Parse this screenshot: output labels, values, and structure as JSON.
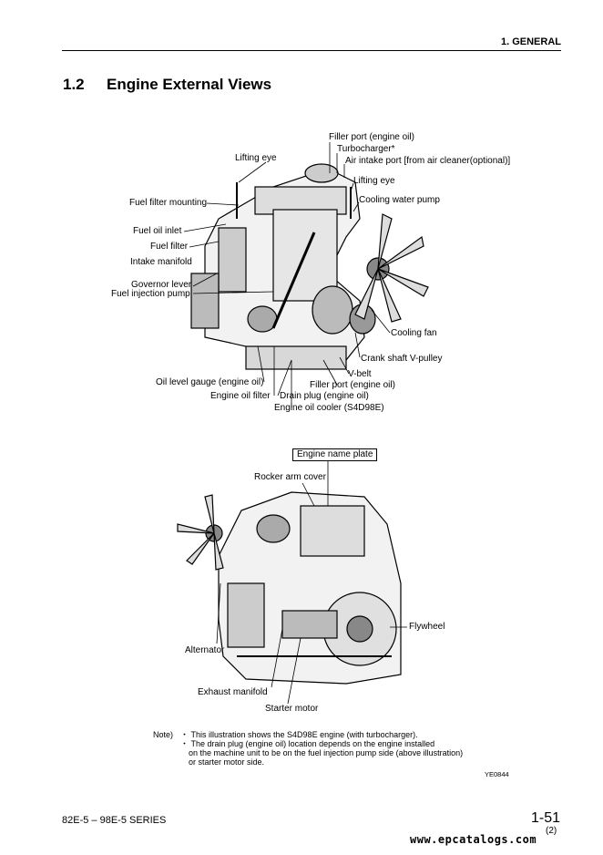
{
  "header": {
    "section": "1. GENERAL"
  },
  "title": {
    "number": "1.2",
    "text": "Engine External Views"
  },
  "figure1": {
    "labels": {
      "filler_port_top": "Filler port (engine oil)",
      "turbocharger": "Turbocharger*",
      "air_intake": "Air intake port [from air cleaner(optional)]",
      "lifting_eye_left": "Lifting eye",
      "lifting_eye_right": "Lifting eye",
      "cooling_water_pump": "Cooling water pump",
      "fuel_filter_mounting": "Fuel filter mounting",
      "fuel_oil_inlet": "Fuel oil inlet",
      "fuel_filter": "Fuel filter",
      "intake_manifold": "Intake manifold",
      "governor_lever": "Governor lever",
      "fuel_injection_pump": "Fuel injection pump",
      "cooling_fan": "Cooling fan",
      "crank_pulley": "Crank shaft V-pulley",
      "v_belt": "V-belt",
      "filler_port_bottom": "Filler port (engine oil)",
      "oil_level_gauge": "Oil level gauge (engine oil)",
      "engine_oil_filter": "Engine oil filter",
      "drain_plug": "Drain plug  (engine oil)",
      "oil_cooler": "Engine oil cooler (S4D98E)"
    }
  },
  "figure2": {
    "labels": {
      "engine_name_plate": "Engine name plate",
      "rocker_arm_cover": "Rocker arm cover",
      "flywheel": "Flywheel",
      "alternator": "Alternator",
      "exhaust_manifold": "Exhaust manifold",
      "starter_motor": "Starter motor"
    }
  },
  "note": {
    "label": "Note)",
    "line1": "・ This illustration shows the S4D98E engine (with turbocharger).",
    "line2": "・ The drain plug (engine oil) location depends on the engine installed",
    "line3": "on the machine unit to be on the fuel injection pump side (above illustration)",
    "line4": "or starter motor side.",
    "code": "YE0844"
  },
  "footer": {
    "series": "82E-5 – 98E-5 SERIES",
    "page": "1-51",
    "revision": "(2)",
    "watermark": "www.epcatalogs.com"
  }
}
